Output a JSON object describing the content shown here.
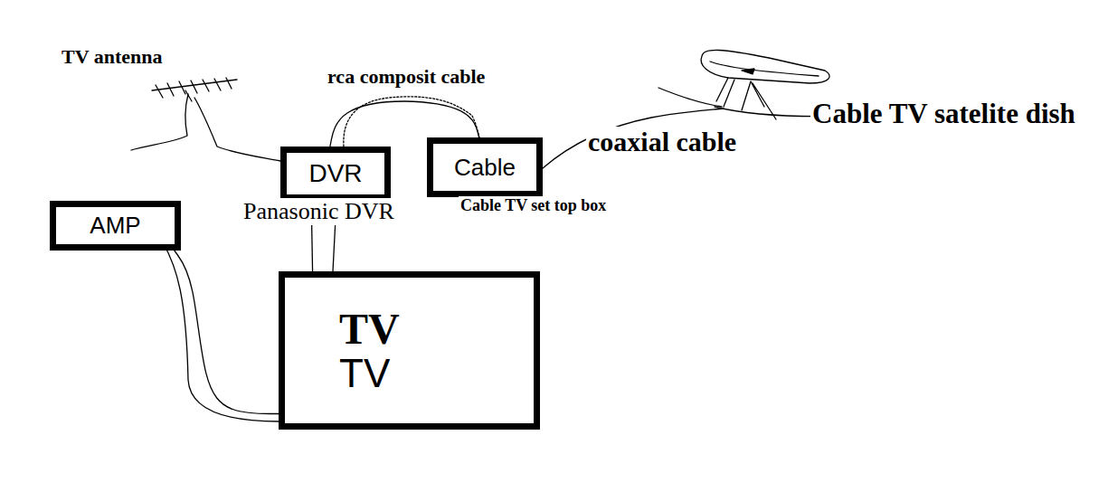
{
  "diagram": {
    "nodes": [
      {
        "text": [
          "DVR",
          "Panasonic DVR"
        ]
      },
      {
        "text": [
          "Cable",
          "Cable TV set top box"
        ]
      },
      {
        "text": [
          "AMP"
        ]
      },
      {
        "text": [
          "TV",
          "TV"
        ]
      }
    ],
    "edges": [
      {
        "from": 0,
        "to": 3,
        "arrow": "none"
      },
      {
        "from": 2,
        "to": 3,
        "arrow": "none"
      },
      {
        "from": 1,
        "to": 0,
        "label": "rca composit cable",
        "arrow": "none"
      }
    ],
    "labels": [
      "TV antenna",
      "coaxial cable",
      "Cable TV satelite dish"
    ]
  }
}
